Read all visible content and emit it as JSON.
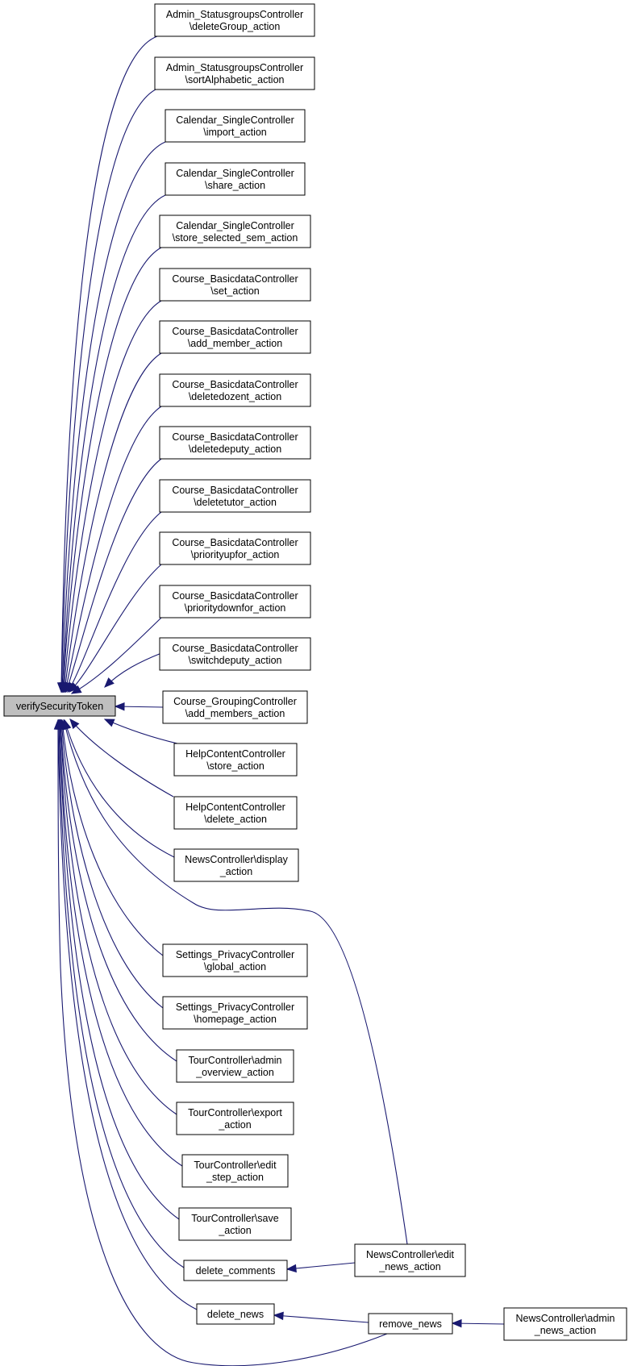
{
  "graph": {
    "root": "verifySecurityToken",
    "nodes": [
      {
        "id": "verify",
        "lines": [
          "verifySecurityToken"
        ],
        "focus": true
      },
      {
        "id": "n1",
        "lines": [
          "Admin_StatusgroupsController",
          "\\deleteGroup_action"
        ]
      },
      {
        "id": "n2",
        "lines": [
          "Admin_StatusgroupsController",
          "\\sortAlphabetic_action"
        ]
      },
      {
        "id": "n3",
        "lines": [
          "Calendar_SingleController",
          "\\import_action"
        ]
      },
      {
        "id": "n4",
        "lines": [
          "Calendar_SingleController",
          "\\share_action"
        ]
      },
      {
        "id": "n5",
        "lines": [
          "Calendar_SingleController",
          "\\store_selected_sem_action"
        ]
      },
      {
        "id": "n6",
        "lines": [
          "Course_BasicdataController",
          "\\set_action"
        ]
      },
      {
        "id": "n7",
        "lines": [
          "Course_BasicdataController",
          "\\add_member_action"
        ]
      },
      {
        "id": "n8",
        "lines": [
          "Course_BasicdataController",
          "\\deletedozent_action"
        ]
      },
      {
        "id": "n9",
        "lines": [
          "Course_BasicdataController",
          "\\deletedeputy_action"
        ]
      },
      {
        "id": "n10",
        "lines": [
          "Course_BasicdataController",
          "\\deletetutor_action"
        ]
      },
      {
        "id": "n11",
        "lines": [
          "Course_BasicdataController",
          "\\priorityupfor_action"
        ]
      },
      {
        "id": "n12",
        "lines": [
          "Course_BasicdataController",
          "\\prioritydownfor_action"
        ]
      },
      {
        "id": "n13",
        "lines": [
          "Course_BasicdataController",
          "\\switchdeputy_action"
        ]
      },
      {
        "id": "n14",
        "lines": [
          "Course_GroupingController",
          "\\add_members_action"
        ]
      },
      {
        "id": "n15",
        "lines": [
          "HelpContentController",
          "\\store_action"
        ]
      },
      {
        "id": "n16",
        "lines": [
          "HelpContentController",
          "\\delete_action"
        ]
      },
      {
        "id": "n17",
        "lines": [
          "NewsController\\display",
          "_action"
        ]
      },
      {
        "id": "n18",
        "lines": [
          "Settings_PrivacyController",
          "\\global_action"
        ]
      },
      {
        "id": "n19",
        "lines": [
          "Settings_PrivacyController",
          "\\homepage_action"
        ]
      },
      {
        "id": "n20",
        "lines": [
          "TourController\\admin",
          "_overview_action"
        ]
      },
      {
        "id": "n21",
        "lines": [
          "TourController\\export",
          "_action"
        ]
      },
      {
        "id": "n22",
        "lines": [
          "TourController\\edit",
          "_step_action"
        ]
      },
      {
        "id": "n23",
        "lines": [
          "TourController\\save",
          "_action"
        ]
      },
      {
        "id": "n24",
        "lines": [
          "delete_comments"
        ]
      },
      {
        "id": "n25",
        "lines": [
          "delete_news"
        ]
      },
      {
        "id": "n26",
        "lines": [
          "NewsController\\edit",
          "_news_action"
        ]
      },
      {
        "id": "n27",
        "lines": [
          "remove_news"
        ]
      },
      {
        "id": "n28",
        "lines": [
          "NewsController\\admin",
          "_news_action"
        ]
      }
    ],
    "edges": [
      {
        "from": "n1",
        "to": "verify"
      },
      {
        "from": "n2",
        "to": "verify"
      },
      {
        "from": "n3",
        "to": "verify"
      },
      {
        "from": "n4",
        "to": "verify"
      },
      {
        "from": "n5",
        "to": "verify"
      },
      {
        "from": "n6",
        "to": "verify"
      },
      {
        "from": "n7",
        "to": "verify"
      },
      {
        "from": "n8",
        "to": "verify"
      },
      {
        "from": "n9",
        "to": "verify"
      },
      {
        "from": "n10",
        "to": "verify"
      },
      {
        "from": "n11",
        "to": "verify"
      },
      {
        "from": "n12",
        "to": "verify"
      },
      {
        "from": "n13",
        "to": "verify"
      },
      {
        "from": "n14",
        "to": "verify"
      },
      {
        "from": "n15",
        "to": "verify"
      },
      {
        "from": "n16",
        "to": "verify"
      },
      {
        "from": "n17",
        "to": "verify"
      },
      {
        "from": "n18",
        "to": "verify"
      },
      {
        "from": "n19",
        "to": "verify"
      },
      {
        "from": "n20",
        "to": "verify"
      },
      {
        "from": "n21",
        "to": "verify"
      },
      {
        "from": "n22",
        "to": "verify"
      },
      {
        "from": "n23",
        "to": "verify"
      },
      {
        "from": "n24",
        "to": "verify"
      },
      {
        "from": "n25",
        "to": "verify"
      },
      {
        "from": "n26",
        "to": "verify"
      },
      {
        "from": "n27",
        "to": "verify"
      },
      {
        "from": "n26",
        "to": "n24"
      },
      {
        "from": "n27",
        "to": "n25"
      },
      {
        "from": "n28",
        "to": "n27"
      }
    ],
    "colors": {
      "edge": "#191970",
      "focus_fill": "#bfbfbf",
      "box_border": "#000000"
    }
  }
}
